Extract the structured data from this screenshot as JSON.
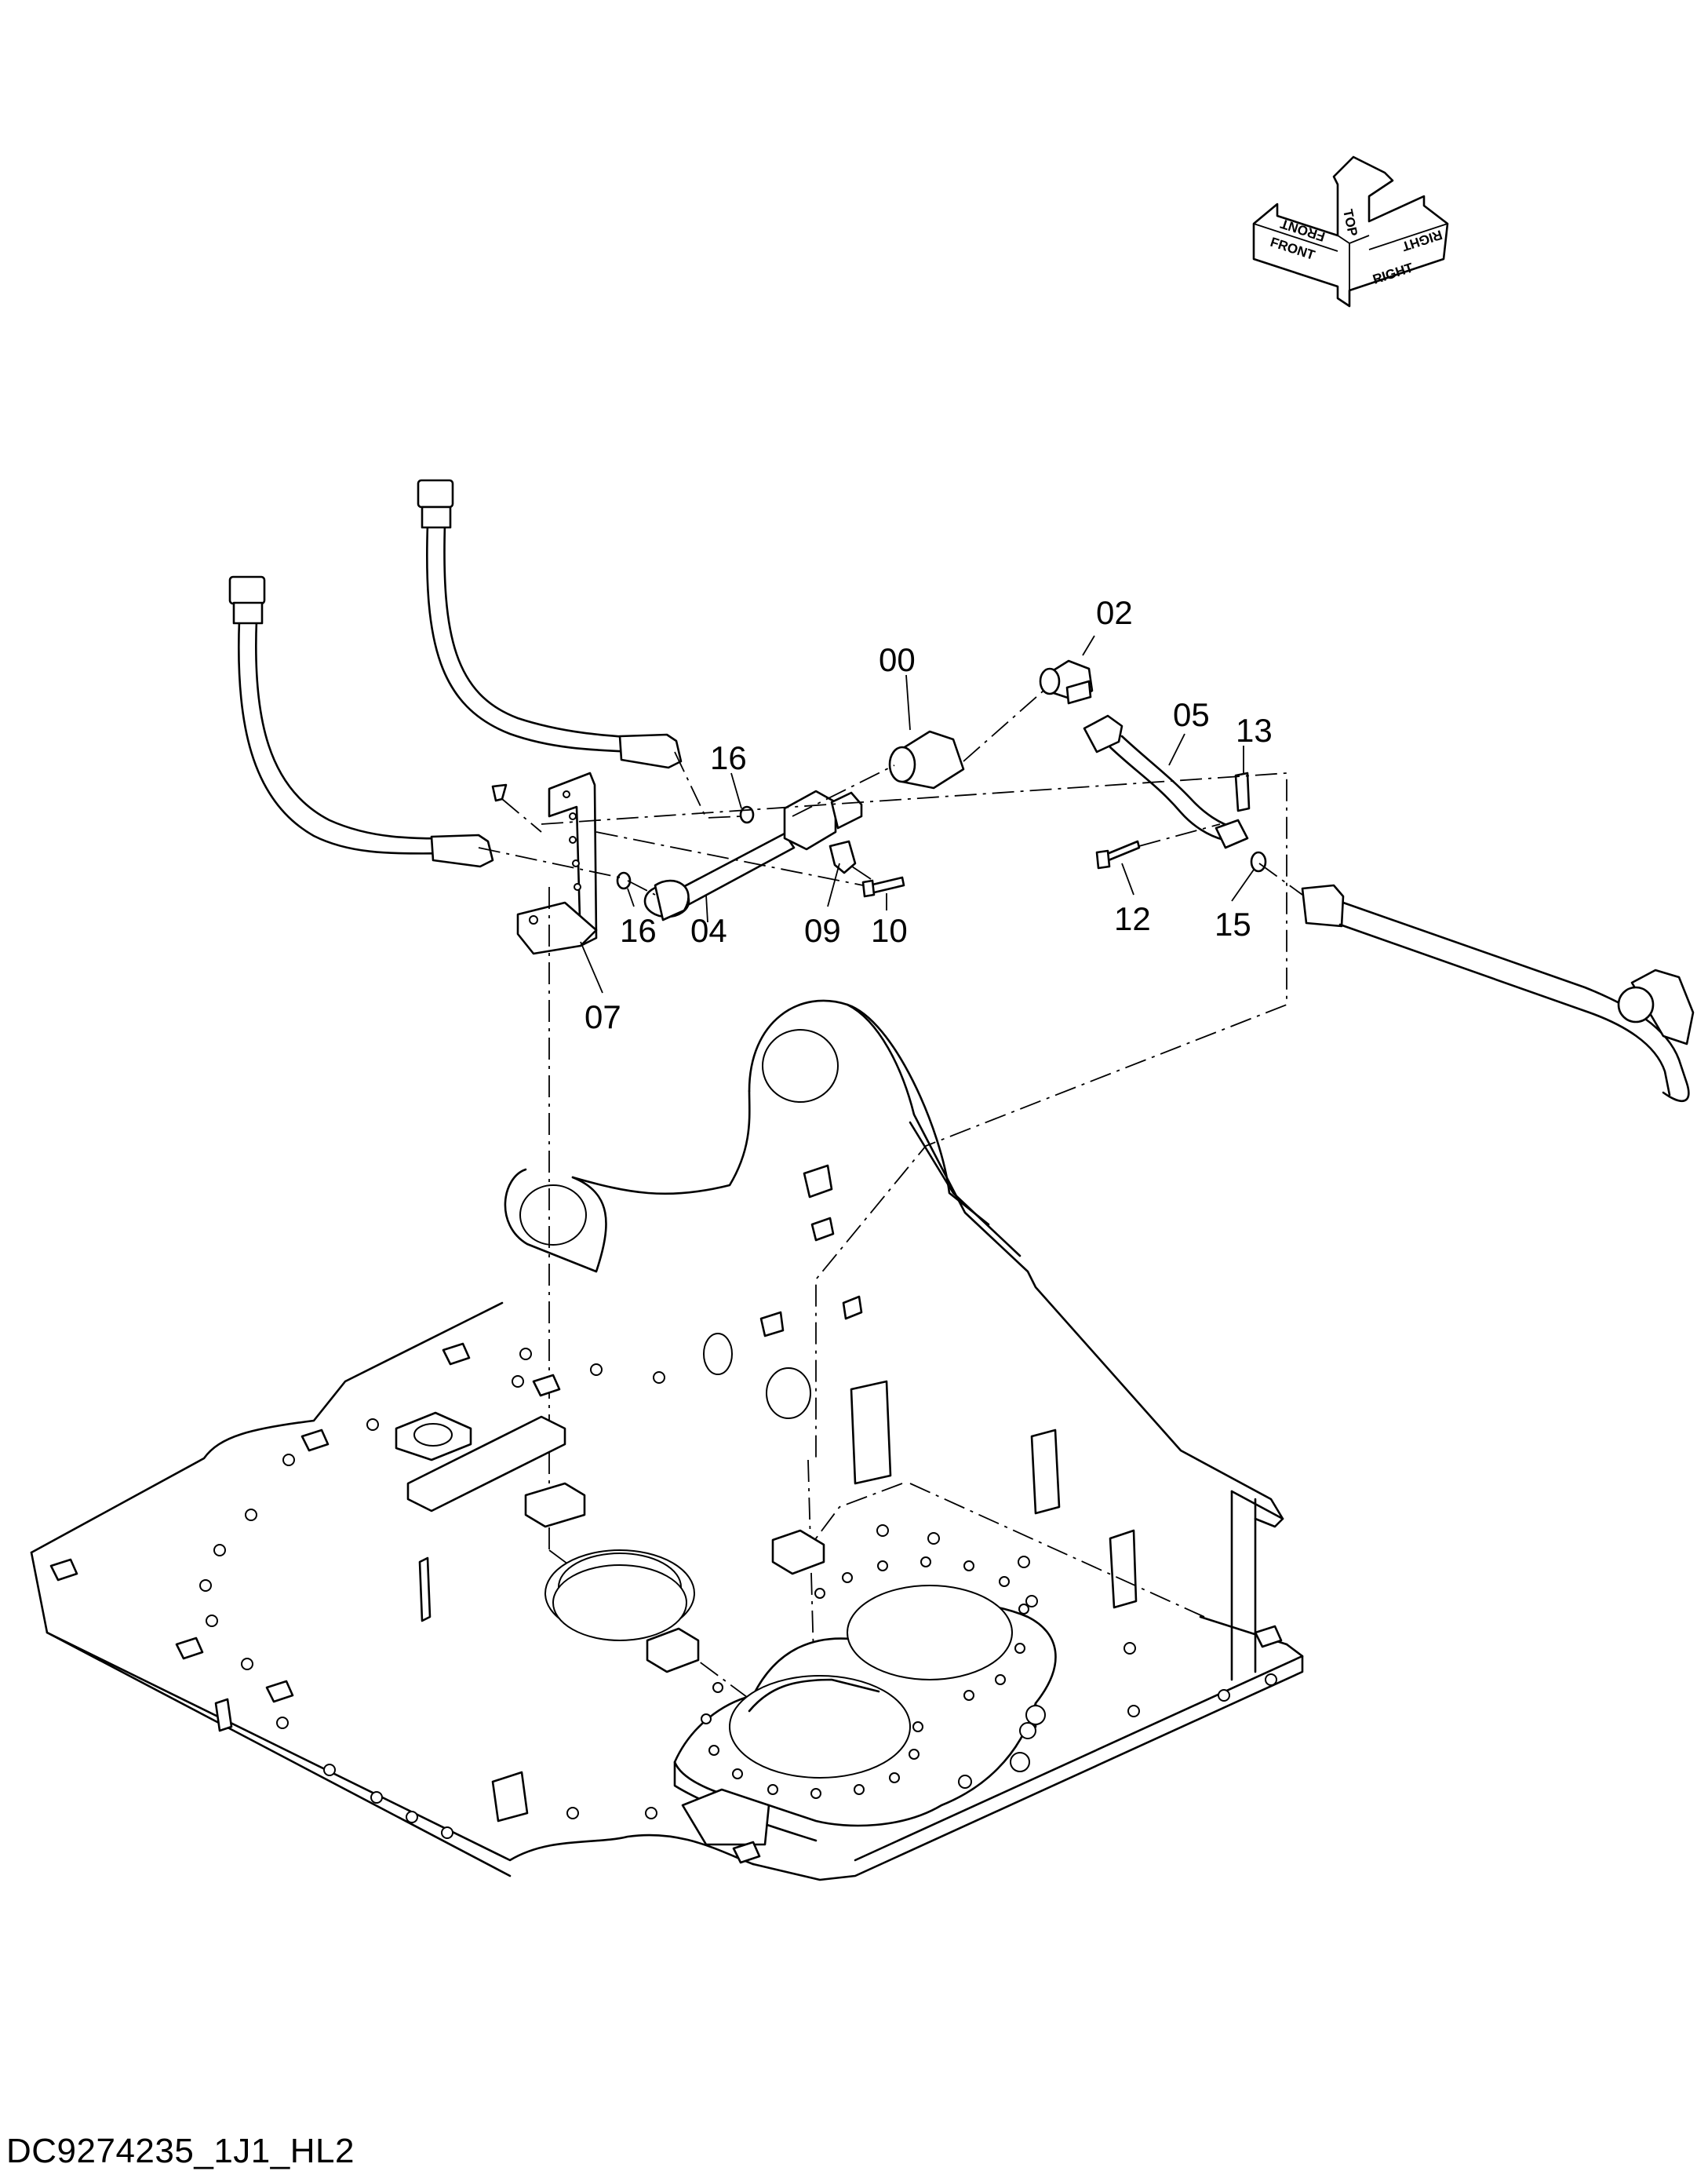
{
  "drawing": {
    "doc_code": "DC9274235_1J1_HL2",
    "orientation_marker": {
      "top": "TOP",
      "front": "FRONT",
      "right": "RIGHT"
    },
    "callouts": [
      {
        "id": "c00",
        "label": "00"
      },
      {
        "id": "c02",
        "label": "02"
      },
      {
        "id": "c05",
        "label": "05"
      },
      {
        "id": "c13",
        "label": "13"
      },
      {
        "id": "c16a",
        "label": "16"
      },
      {
        "id": "c16b",
        "label": "16"
      },
      {
        "id": "c04",
        "label": "04"
      },
      {
        "id": "c09",
        "label": "09"
      },
      {
        "id": "c10",
        "label": "10"
      },
      {
        "id": "c12",
        "label": "12"
      },
      {
        "id": "c15",
        "label": "15"
      },
      {
        "id": "c07",
        "label": "07"
      }
    ]
  }
}
